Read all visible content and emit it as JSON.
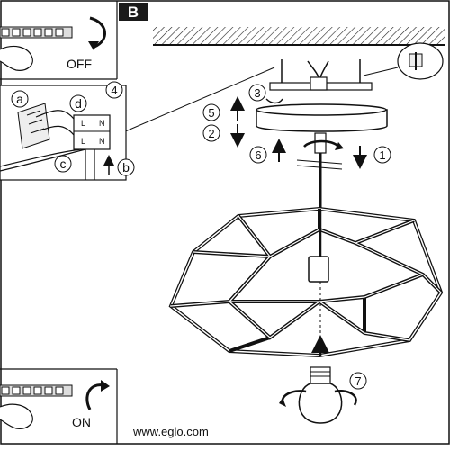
{
  "panel_label": "B",
  "switch_off_label": "OFF",
  "switch_on_label": "ON",
  "website": "www.eglo.com",
  "steps": [
    "1",
    "2",
    "3",
    "4",
    "5",
    "6",
    "7"
  ],
  "connection_letters": [
    "a",
    "b",
    "c",
    "d"
  ],
  "terminal_marks": [
    "L",
    "N",
    "L",
    "N"
  ],
  "icons": [
    "rotate-arrow-icon",
    "up-arrow-icon",
    "down-arrow-icon",
    "screw-detail-icon",
    "light-bulb-icon"
  ]
}
